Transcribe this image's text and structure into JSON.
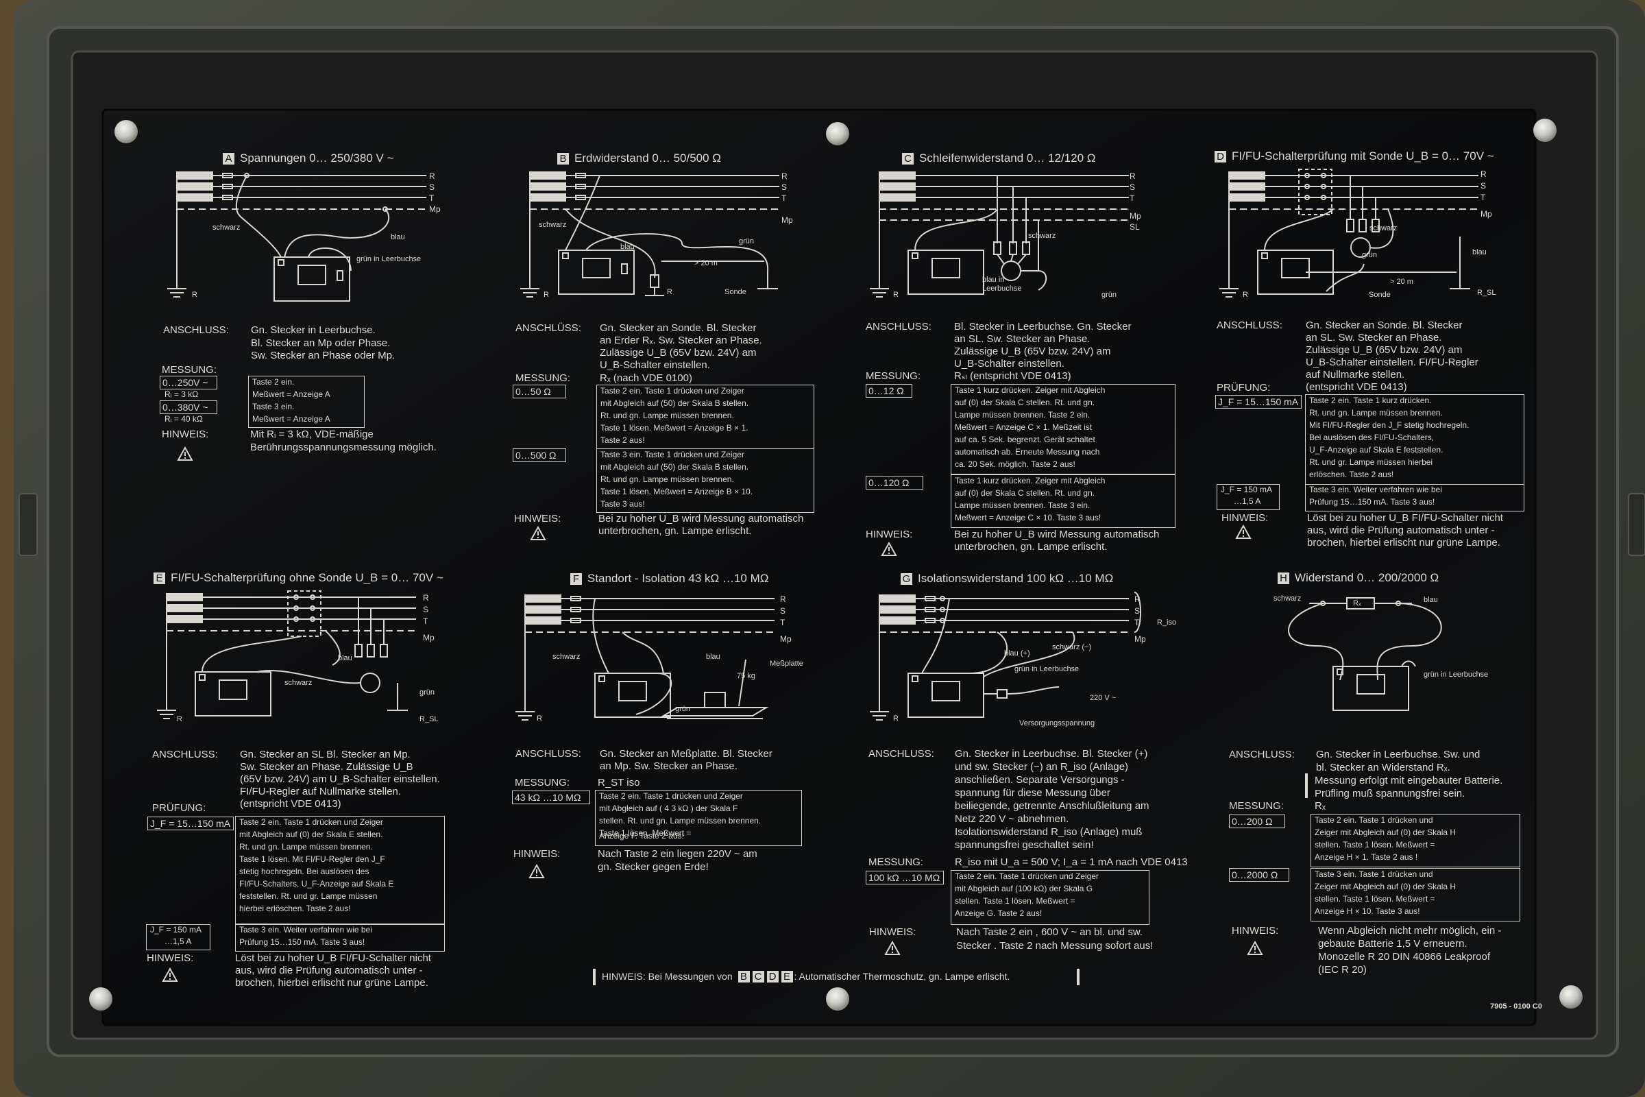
{
  "colors": {
    "panel": "#0c0d0e",
    "case": "#3c3f38",
    "print": "#dcdad2"
  },
  "sections": {
    "A": {
      "letter": "A",
      "title": "Spannungen  0… 250/380 V ~",
      "anschluss_label": "ANSCHLUSS:",
      "anschluss": [
        "Gn. Stecker in Leerbuchse.",
        "Bl. Stecker  an Mp  oder  Phase.",
        "Sw. Stecker an Phase  oder Mp."
      ],
      "messung_label": "MESSUNG:",
      "ranges": [
        "0…250V ~",
        "Rᵢ = 3 kΩ",
        "0…380V ~",
        "Rᵢ = 40 kΩ"
      ],
      "steps": [
        "Taste 2  ein.",
        "Meßwert = Anzeige A",
        "Taste 3 ein.",
        "Meßwert = Anzeige A"
      ],
      "hinweis_label": "HINWEIS:",
      "hinweis": [
        "Mit Rᵢ = 3 kΩ, VDE-mäßige",
        "Berührungsspannungsmessung möglich."
      ],
      "diagram": {
        "phases": [
          "R",
          "S",
          "T",
          "Mp"
        ],
        "schwarz": "schwarz",
        "blau": "blau",
        "gruen": "grün in Leerbuchse",
        "rb": "R"
      }
    },
    "B": {
      "letter": "B",
      "title": "Erdwiderstand     0… 50/500 Ω",
      "anschluss_label": "ANSCHLÜSS:",
      "anschluss": [
        "Gn. Stecker an Sonde.  Bl. Stecker",
        "an Erder Rₓ.  Sw. Stecker an Phase.",
        "Zulässige U_B (65V bzw. 24V) am",
        "U_B-Schalter einstellen."
      ],
      "messung_label": "MESSUNG:",
      "messung_text": "Rₓ (nach VDE 0100)",
      "range1": "0…50 Ω",
      "steps1": [
        "Taste 2  ein.   Taste 1 drücken und Zeiger",
        "mit Abgleich auf (50) der Skala B  stellen.",
        "Rt. und gn. Lampe müssen brennen.",
        "Taste 1 lösen.  Meßwert = Anzeige B × 1.",
        "Taste 2  aus!"
      ],
      "range2": "0…500 Ω",
      "steps2": [
        "Taste 3  ein.   Taste 1 drücken und Zeiger",
        "mit Abgleich auf (50) der Skala B  stellen.",
        "Rt. und gn. Lampe müssen brennen.",
        "Taste 1 lösen.  Meßwert = Anzeige B × 10.",
        "Taste 3  aus!"
      ],
      "hinweis_label": "HINWEIS:",
      "hinweis": [
        "Bei zu hoher U_B wird Messung automatisch",
        "unterbrochen, gn. Lampe erlischt."
      ],
      "diagram": {
        "phases": [
          "R",
          "S",
          "T",
          "Mp"
        ],
        "schwarz": "schwarz",
        "blau": "blau",
        "gruen": "grün",
        "dist": "> 20 m",
        "sonde": "Sonde",
        "rb": "R",
        "re": "R"
      }
    },
    "C": {
      "letter": "C",
      "title": "Schleifenwiderstand 0… 12/120 Ω",
      "anschluss_label": "ANSCHLUSS:",
      "anschluss": [
        "Bl. Stecker in Leerbuchse. Gn. Stecker",
        "an SL. Sw. Stecker an Phase.",
        "Zulässige U_B (65V bzw. 24V) am",
        "U_B-Schalter einstellen."
      ],
      "messung_label": "MESSUNG:",
      "messung_text": "Rₛₗ (entspricht VDE 0413)",
      "range1": "0…12 Ω",
      "steps1": [
        "Taste 1 kurz drücken. Zeiger mit Abgleich",
        "auf (0) der Skala C  stellen. Rt. und gn.",
        "Lampe müssen brennen.  Taste 2 ein.",
        "Meßwert = Anzeige C × 1. Meßzeit ist",
        "auf ca. 5 Sek. begrenzt. Gerät schaltet",
        "automatisch ab. Erneute Messung nach",
        "ca. 20 Sek. möglich.  Taste 2  aus!"
      ],
      "range2": "0…120 Ω",
      "steps2": [
        "Taste 1  kurz drücken. Zeiger mit Abgleich",
        "auf  (0)  der Skala C stellen. Rt. und gn.",
        "Lampe müssen brennen.  Taste 3 ein.",
        "Meßwert = Anzeige C × 10. Taste 3 aus!"
      ],
      "hinweis_label": "HINWEIS:",
      "hinweis": [
        "Bei zu hoher U_B wird Messung automatisch",
        "unterbrochen, gn. Lampe erlischt."
      ],
      "diagram": {
        "phases": [
          "R",
          "S",
          "T",
          "Mp",
          "SL"
        ],
        "schwarz": "schwarz",
        "blau": "blau in Leerbuchse",
        "gruen": "grün",
        "rb": "R"
      }
    },
    "D": {
      "letter": "D",
      "title": "FI/FU-Schalterprüfung mit Sonde   U_B = 0… 70V ~",
      "anschluss_label": "ANSCHLUSS:",
      "anschluss": [
        "Gn. Stecker an Sonde. Bl. Stecker",
        "an SL.  Sw. Stecker an Phase.",
        "Zulässige U_B (65V bzw. 24V) am",
        "U_B-Schalter einstellen.  FI/FU-Regler",
        "auf Nullmarke stellen.",
        "(entspricht VDE 0413)"
      ],
      "pruefung_label": "PRÜFUNG:",
      "range1": "J_F = 15…150 mA",
      "steps1": [
        "Taste 2  ein.   Taste 1  kurz drücken.",
        "Rt. und gn. Lampe müssen brennen.",
        "Mit FI/FU-Regler den J_F stetig hochregeln.",
        "Bei auslösen des FI/FU-Schalters,",
        "U_F-Anzeige auf Skala E  feststellen.",
        "Rt. und gr. Lampe müssen hierbei",
        "erlöschen.  Taste 2  aus!"
      ],
      "range2": [
        "J_F = 150 mA",
        "…1,5 A"
      ],
      "steps2": [
        "Taste 3 ein.  Weiter verfahren wie bei",
        "Prüfung   15…150 mA.  Taste 3  aus!"
      ],
      "hinweis_label": "HINWEIS:",
      "hinweis": [
        "Löst bei zu hoher U_B FI/FU-Schalter nicht",
        "aus, wird die Prüfung automatisch unter -",
        "brochen, hierbei erlischt nur grüne Lampe."
      ],
      "diagram": {
        "phases": [
          "R",
          "S",
          "T",
          "Mp"
        ],
        "schwarz": "schwarz",
        "blau": "blau",
        "gruen": "grün",
        "dist": "> 20 m",
        "sonde": "Sonde",
        "rb": "R",
        "rsl": "R_SL"
      }
    },
    "E": {
      "letter": "E",
      "title": "FI/FU-Schalterprüfung ohne Sonde   U_B = 0… 70V ~",
      "anschluss_label": "ANSCHLUSS:",
      "anschluss": [
        "Gn. Stecker an SL   Bl. Stecker an Mp.",
        "Sw. Stecker an Phase.  Zulässige U_B",
        "(65V bzw. 24V) am U_B-Schalter einstellen.",
        "FI/FU-Regler  auf Nullmarke stellen.",
        "(entspricht VDE 0413)"
      ],
      "pruefung_label": "PRÜFUNG:",
      "range1": "J_F = 15…150 mA",
      "steps1": [
        "Taste 2 ein.  Taste 1 drücken und Zeiger",
        "mit Abgleich auf (0) der Skala E  stellen.",
        "Rt. und gn. Lampe müssen brennen.",
        "Taste 1 lösen. Mit FI/FU-Regler den J_F",
        "stetig hochregeln. Bei auslösen des",
        "FI/FU-Schalters, U_F-Anzeige auf Skala E",
        "feststellen. Rt. und gr. Lampe müssen",
        "hierbei erlöschen.  Taste 2 aus!"
      ],
      "range2": [
        "J_F = 150 mA",
        "…1,5 A"
      ],
      "steps2": [
        "Taste 3  ein.  Weiter verfahren wie bei",
        "Prüfung   15…150 mA. Taste 3 aus!"
      ],
      "hinweis_label": "HINWEIS:",
      "hinweis": [
        "Löst bei zu hoher U_B FI/FU-Schalter nicht",
        "aus, wird die Prüfung automatisch unter -",
        "brochen, hierbei erlischt nur grüne Lampe."
      ],
      "diagram": {
        "phases": [
          "R",
          "S",
          "T",
          "Mp"
        ],
        "schwarz": "schwarz",
        "blau": "blau",
        "gruen": "grün",
        "rb": "R",
        "rsl": "R_SL"
      }
    },
    "F": {
      "letter": "F",
      "title": "Standort - Isolation    43 kΩ  …10 MΩ",
      "anschluss_label": "ANSCHLUSS:",
      "anschluss": [
        "Gn. Stecker an Meßplatte.  Bl. Stecker",
        "an Mp.  Sw. Stecker an Phase."
      ],
      "messung_label": "MESSUNG:",
      "messung_text": "R_ST iso",
      "range1": "43 kΩ …10 MΩ",
      "steps1": [
        "Taste 2 ein.  Taste 1 drücken und Zeiger",
        "mit Abgleich auf ( 4 3 kΩ )  der Skala F",
        "stellen. Rt. und gn. Lampe müssen brennen.",
        "Taste 1 lösen.  Meßwert =",
        "Anzeige F.  Taste 2  aus!"
      ],
      "hinweis_label": "HINWEIS:",
      "hinweis": [
        "Nach  Taste 2 ein liegen  220V ~ am",
        "gn. Stecker gegen Erde!"
      ],
      "diagram": {
        "phases": [
          "R",
          "S",
          "T",
          "Mp"
        ],
        "schwarz": "schwarz",
        "blau": "blau",
        "gruen": "grün",
        "kg": "75 kg",
        "platte": "Meßplatte",
        "rb": "R"
      }
    },
    "G": {
      "letter": "G",
      "title": "Isolationswiderstand   100 kΩ …10 MΩ",
      "anschluss_label": "ANSCHLUSS:",
      "anschluss": [
        "Gn. Stecker in Leerbuchse.  Bl. Stecker (+)",
        "und sw. Stecker  (−) an R_iso (Anlage)",
        "anschließen.  Separate Versorgungs -",
        "spannung  für diese Messung über",
        "beiliegende, getrennte  Anschlußleitung am",
        "Netz 220 V ~ abnehmen.",
        "Isolationswiderstand R_iso (Anlage) muß",
        "spannungsfrei  geschaltet  sein!"
      ],
      "messung_label": "MESSUNG:",
      "messung_text": "R_iso mit U_a = 500 V; I_a = 1 mA nach VDE 0413",
      "range1": "100 kΩ …10 MΩ",
      "steps1": [
        "Taste 2 ein. Taste 1 drücken und Zeiger",
        "mit Abgleich auf (100 kΩ) der Skala G",
        "stellen. Taste 1 lösen. Meßwert =",
        "Anzeige G.  Taste 2 aus!"
      ],
      "hinweis_label": "HINWEIS:",
      "hinweis": [
        "Nach Taste 2 ein ,  600 V ~ an  bl. und sw.",
        "Stecker  . Taste 2 nach Messung sofort aus!"
      ],
      "diagram": {
        "phases": [
          "R",
          "S",
          "T",
          "Mp"
        ],
        "riso": "R_iso",
        "blau": "blau (+)",
        "schwarz": "schwarz (−)",
        "gruen": "grün in Leerbuchse",
        "v220": "220 V ~",
        "versorgung": "Versorgungsspannung",
        "rb": "R"
      }
    },
    "H": {
      "letter": "H",
      "title": "Widerstand  0… 200/2000 Ω",
      "anschluss_label": "ANSCHLUSS:",
      "anschluss": [
        "Gn. Stecker in Leerbuchse.  Sw. und",
        "bl. Stecker an Widerstand Rₓ.",
        "Messung erfolgt mit eingebauter Batterie.",
        "Prüfling muß spannungsfrei sein."
      ],
      "messung_label": "MESSUNG:",
      "messung_text": "Rₓ",
      "range1": "0…200 Ω",
      "steps1": [
        "Taste 2  ein.  Taste 1  drücken  und",
        "Zeiger  mit Abgleich auf (0) der Skala H",
        "stellen. Taste 1 lösen. Meßwert =",
        "Anzeige H × 1.  Taste 2 aus !"
      ],
      "range2": "0…2000 Ω",
      "steps2": [
        "Taste 3 ein. Taste 1 drücken und",
        "Zeiger  mit Abgleich auf (0) der Skala H",
        "stellen. Taste 1 lösen.  Meßwert =",
        "Anzeige H × 10.  Taste 3  aus!"
      ],
      "hinweis_label": "HINWEIS:",
      "hinweis": [
        "Wenn Abgleich  nicht mehr möglich, ein -",
        "gebaute Batterie 1,5 V erneuern.",
        "Monozelle R 20 DIN 40866  Leakproof",
        "(IEC R 20)"
      ],
      "diagram": {
        "schwarz": "schwarz",
        "blau": "blau",
        "rx": "Rₓ",
        "gruen": "grün in Leerbuchse"
      }
    }
  },
  "footer": {
    "hinweis": "HINWEIS: Bei Messungen von",
    "letters": [
      "B",
      "C",
      "D",
      "E"
    ],
    "hinweis_end": ": Automatischer  Thermoschutz, gn. Lampe erlischt.",
    "part_no": "7905 - 0100 C0"
  }
}
